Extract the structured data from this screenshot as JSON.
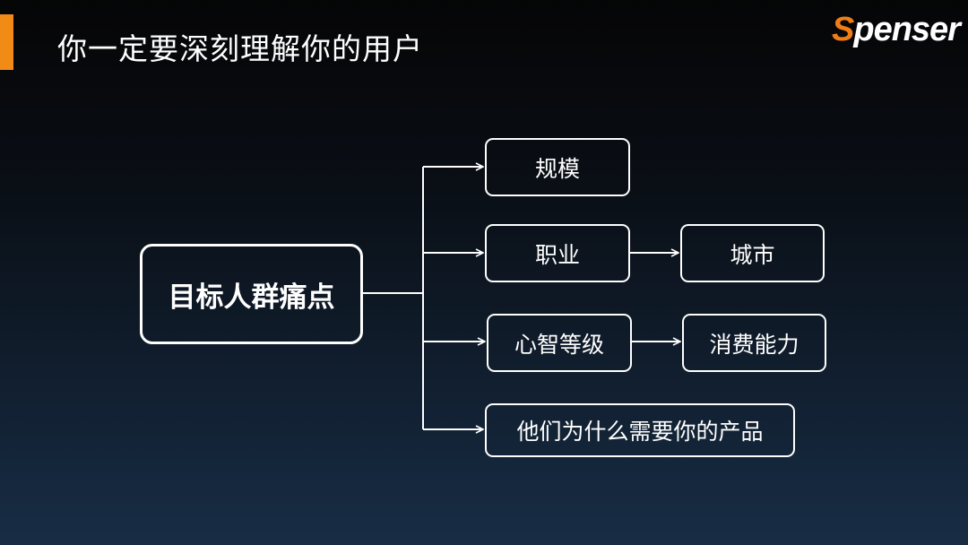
{
  "slide": {
    "title": "你一定要深刻理解你的用户",
    "logo": {
      "initial": "S",
      "rest": "penser"
    },
    "accent_color": "#f28a16"
  },
  "diagram": {
    "root": "目标人群痛点",
    "branches": [
      {
        "label": "规模"
      },
      {
        "label": "职业",
        "next": "城市"
      },
      {
        "label": "心智等级",
        "next": "消费能力"
      },
      {
        "label": "他们为什么需要你的产品"
      }
    ]
  }
}
